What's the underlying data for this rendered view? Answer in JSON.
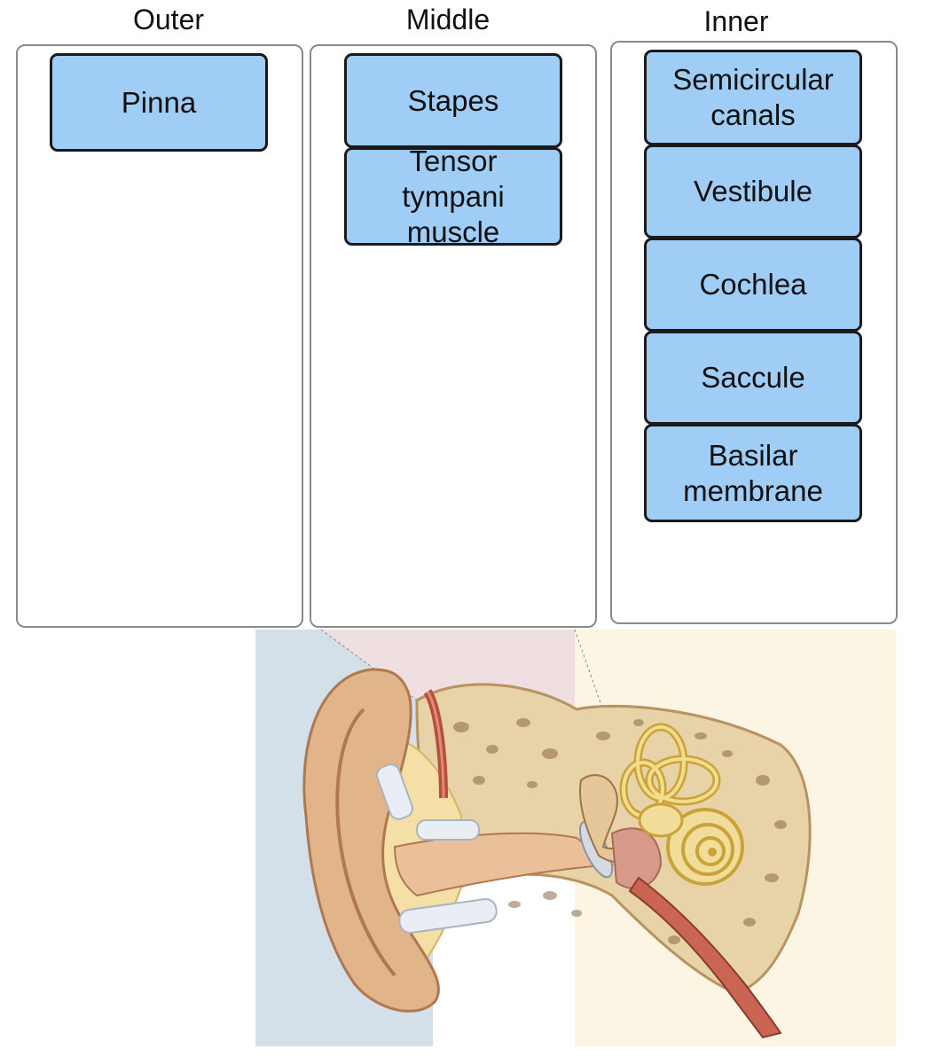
{
  "columns": [
    {
      "title": "Outer",
      "cards": [
        "Pinna"
      ]
    },
    {
      "title": "Middle",
      "cards": [
        "Stapes",
        "Tensor tympani muscle"
      ]
    },
    {
      "title": "Inner",
      "cards": [
        "Semicircular canals",
        "Vestibule",
        "Cochlea",
        "Saccule",
        "Basilar membrane"
      ]
    }
  ],
  "colors": {
    "card_fill": "#9fcdf6",
    "card_border": "#1a1a1a",
    "zone_border": "#8a8a8a",
    "outer_region": "#d3dfe9",
    "middle_region": "#efdfe0",
    "inner_region": "#fcf5e3"
  }
}
